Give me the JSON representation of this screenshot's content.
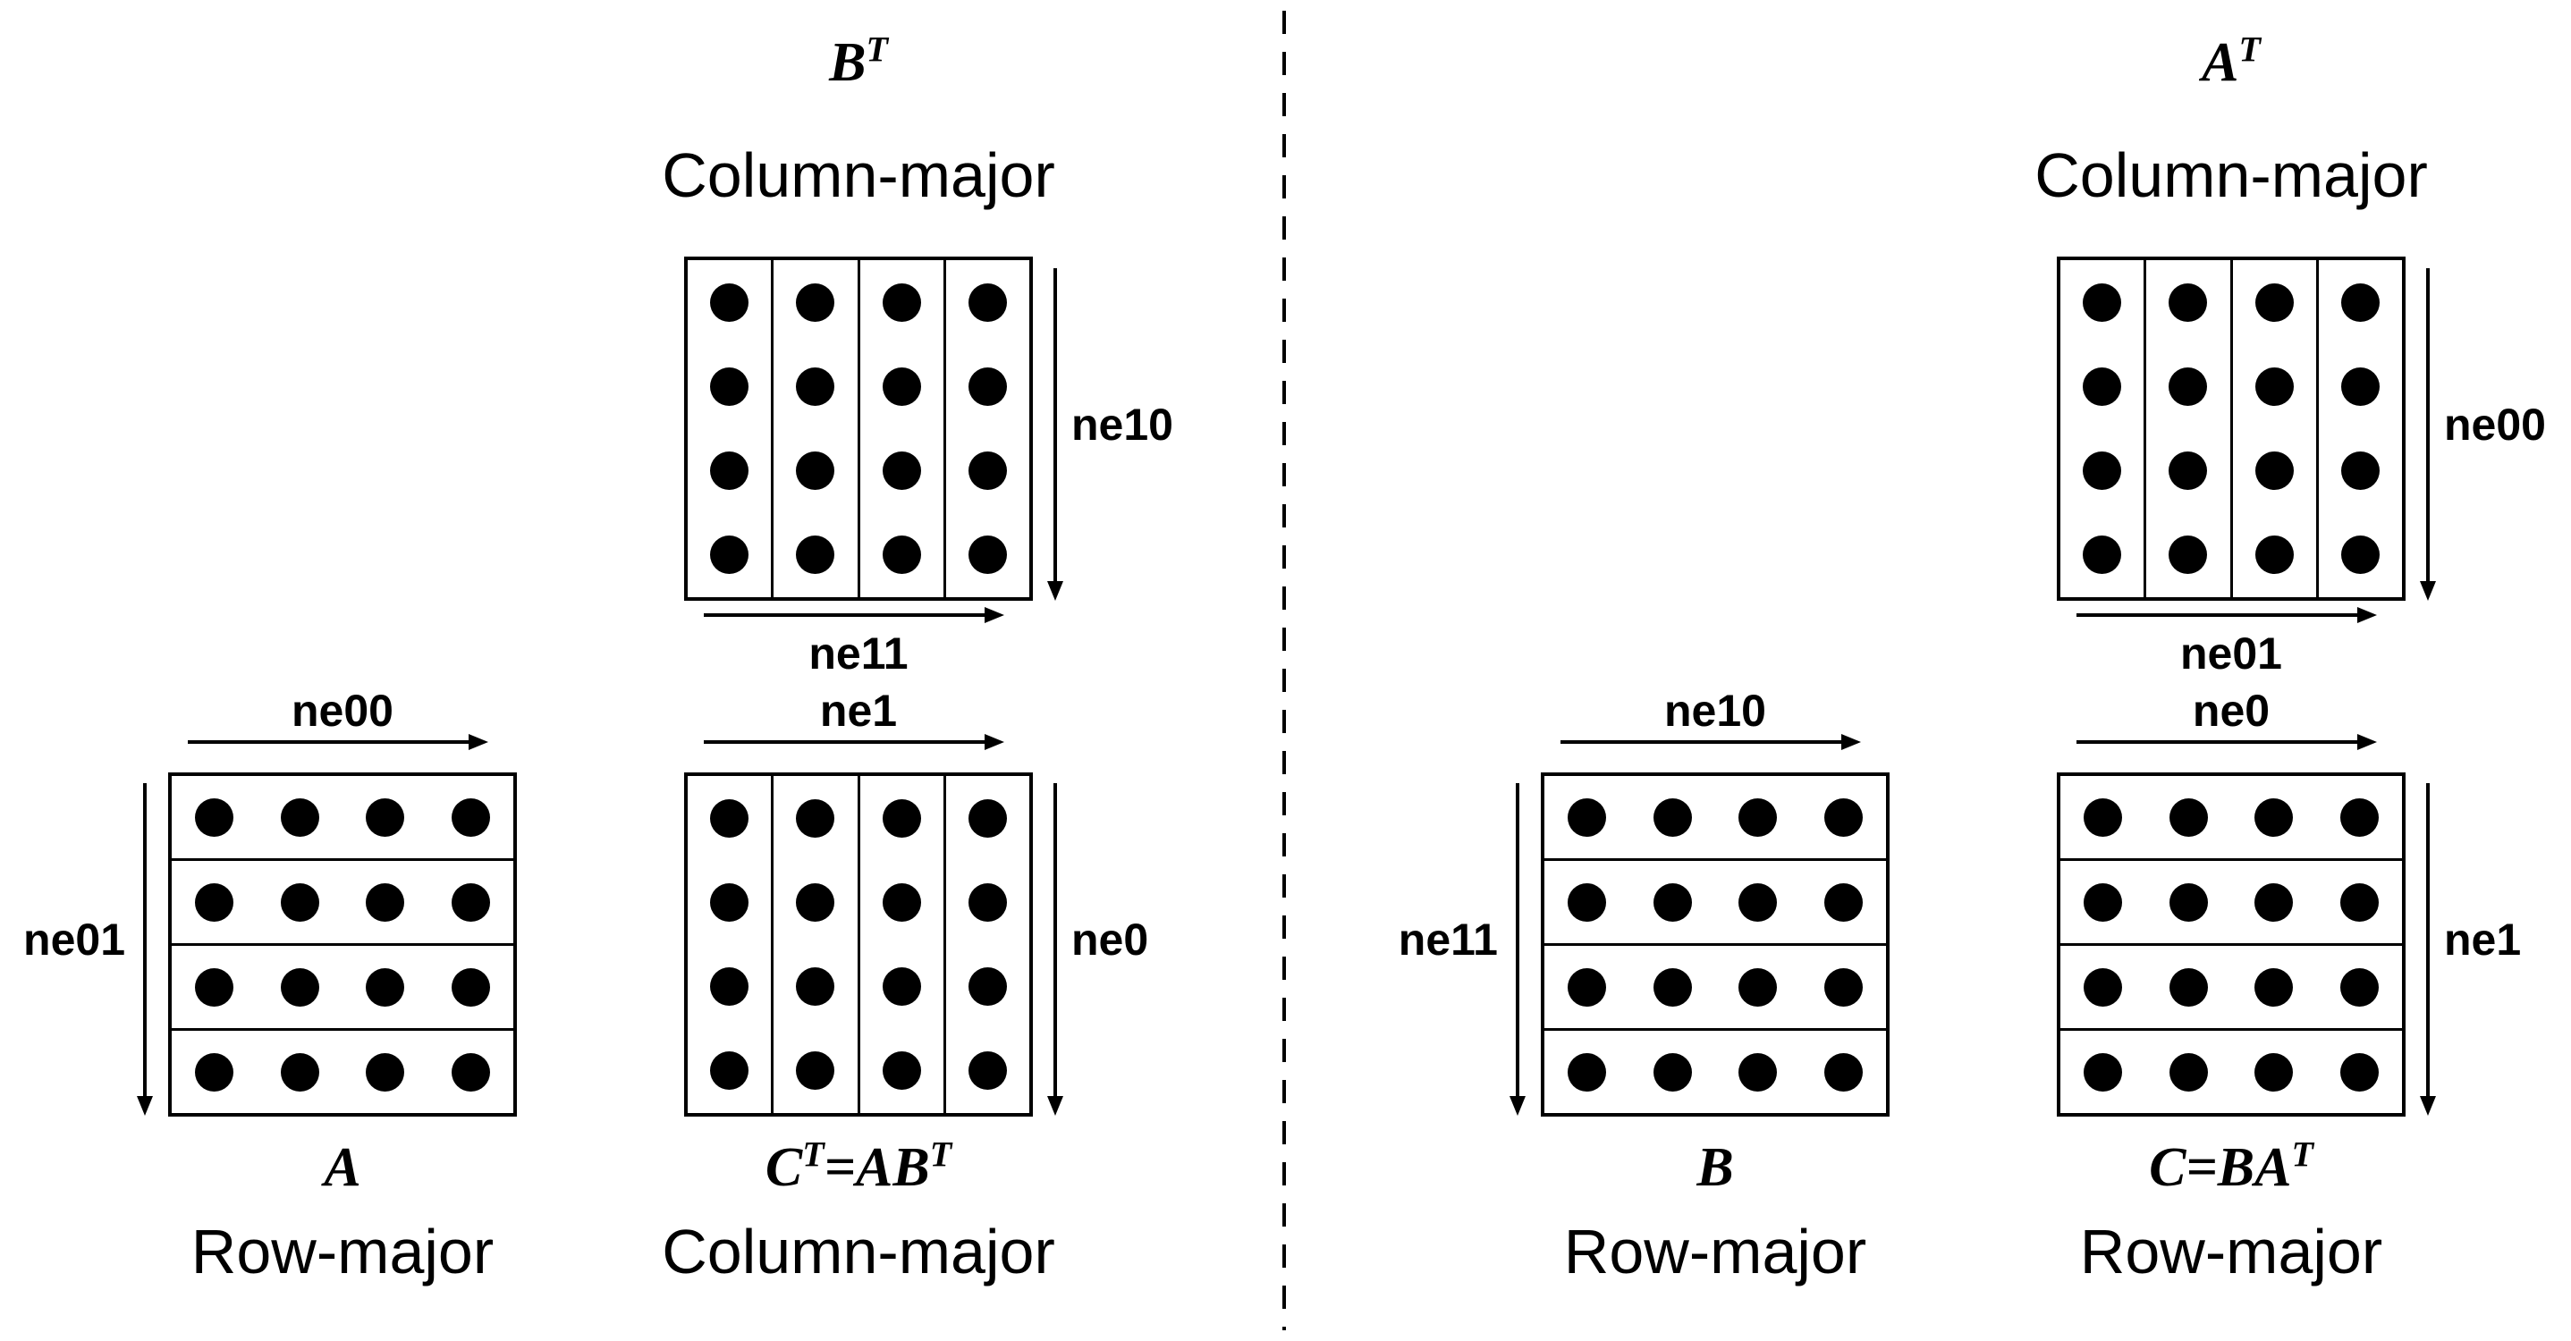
{
  "groups": {
    "bt": {
      "title": [
        {
          "text": "B"
        },
        {
          "text": "T",
          "sup": true
        }
      ],
      "layout": "Column-major",
      "orientation": "column",
      "side_axis_label": "ne10",
      "bottom_axis_label": "ne11"
    },
    "a": {
      "title": [
        {
          "text": "A"
        }
      ],
      "layout": "Row-major",
      "orientation": "row",
      "top_axis_label": "ne00",
      "side_axis_label": "ne01"
    },
    "ct": {
      "title": [
        {
          "text": "C"
        },
        {
          "text": "T",
          "sup": true
        },
        {
          "text": "=AB"
        },
        {
          "text": "T",
          "sup": true
        }
      ],
      "layout": "Column-major",
      "orientation": "column",
      "top_axis_label": "ne1",
      "side_axis_label": "ne0"
    },
    "at": {
      "title": [
        {
          "text": "A"
        },
        {
          "text": "T",
          "sup": true
        }
      ],
      "layout": "Column-major",
      "orientation": "column",
      "side_axis_label": "ne00",
      "bottom_axis_label": "ne01"
    },
    "b": {
      "title": [
        {
          "text": "B"
        }
      ],
      "layout": "Row-major",
      "orientation": "row",
      "top_axis_label": "ne10",
      "side_axis_label": "ne11"
    },
    "c": {
      "title": [
        {
          "text": "C=BA"
        },
        {
          "text": "T",
          "sup": true
        }
      ],
      "layout": "Row-major",
      "orientation": "row",
      "top_axis_label": "ne0",
      "side_axis_label": "ne1"
    }
  },
  "matrix": {
    "rows": 4,
    "cols": 4,
    "dot_color": "#000000"
  },
  "colors": {
    "ink": "#000000",
    "background": "#ffffff"
  }
}
